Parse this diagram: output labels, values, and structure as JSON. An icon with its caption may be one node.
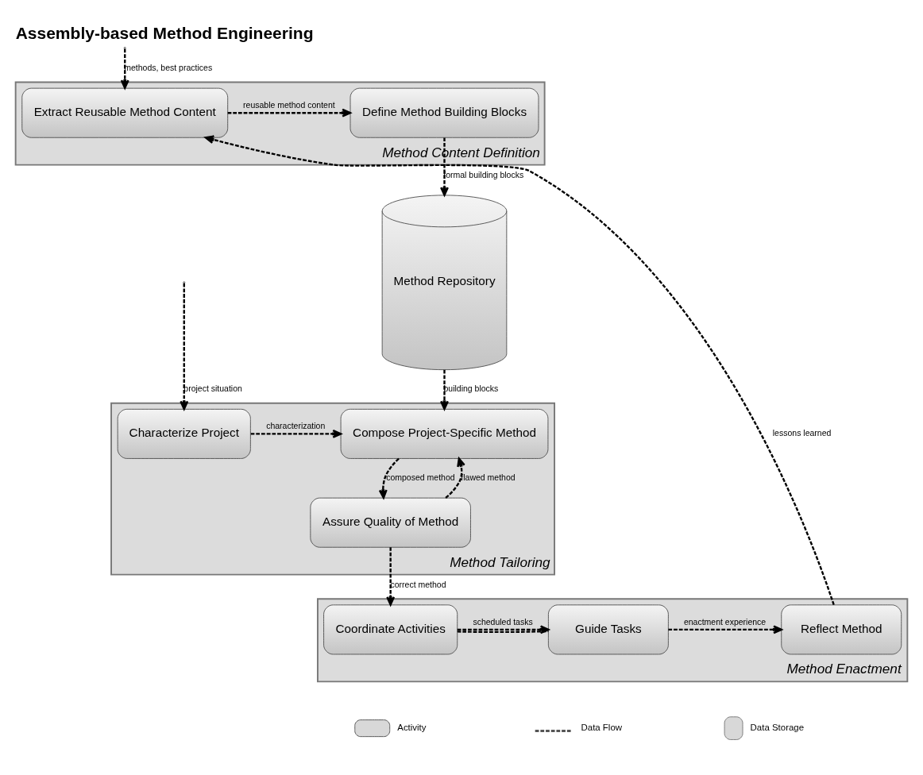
{
  "diagram": {
    "title": "Assembly-based Method Engineering",
    "nodes": [
      {
        "text": [
          "Method Content Definition"
        ]
      },
      {
        "text": [
          "Extract Reusable Method Content"
        ],
        "in": 0
      },
      {
        "text": [
          "Define Method Building Blocks"
        ],
        "in": 0
      },
      {
        "text": [
          "Method Repository"
        ]
      },
      {
        "text": [
          "Method Tailoring"
        ]
      },
      {
        "text": [
          "Characterize Project"
        ],
        "in": 4
      },
      {
        "text": [
          "Compose Project-Specific Method"
        ],
        "in": 4
      },
      {
        "text": [
          "Assure Quality of Method"
        ],
        "in": 4
      },
      {
        "text": [
          "Method Enactment"
        ]
      },
      {
        "text": [
          "Coordinate Activities"
        ],
        "in": 8
      },
      {
        "text": [
          "Guide Tasks"
        ],
        "in": 8
      },
      {
        "text": [
          "Reflect Method"
        ],
        "in": 8
      }
    ],
    "edges": [
      {
        "from": null,
        "to": 1,
        "arrow": "to",
        "label": "methods, best practices",
        "style": "dashed"
      },
      {
        "from": 11,
        "to": 1,
        "arrow": "to",
        "label": "lessons learned",
        "style": "dashed"
      },
      {
        "from": 1,
        "to": 2,
        "arrow": "to",
        "label": "reusable method content",
        "style": "dashed"
      },
      {
        "from": 2,
        "to": 3,
        "arrow": "to",
        "label": "formal building blocks",
        "style": "dashed"
      },
      {
        "from": null,
        "to": 5,
        "arrow": "to",
        "label": "project situation",
        "style": "dashed"
      },
      {
        "from": 5,
        "to": 6,
        "arrow": "to",
        "label": "characterization",
        "style": "dashed"
      },
      {
        "from": 3,
        "to": 6,
        "arrow": "to",
        "label": "building blocks",
        "style": "dashed"
      },
      {
        "from": 6,
        "to": 7,
        "arrow": "to",
        "label": "composed method",
        "style": "dashed"
      },
      {
        "from": 7,
        "to": 6,
        "arrow": "to",
        "label": "flawed method",
        "style": "dashed"
      },
      {
        "from": 7,
        "to": 9,
        "arrow": "to",
        "label": "correct method",
        "style": "dashed"
      },
      {
        "from": 9,
        "to": 10,
        "arrow": "to",
        "label": "scheduled tasks",
        "style": "dashed"
      },
      {
        "from": 9,
        "to": 10,
        "arrow": "none",
        "style": "dashed"
      },
      {
        "from": 10,
        "to": 11,
        "arrow": "to",
        "label": "enactment experience",
        "style": "dashed"
      }
    ],
    "legend": [
      {
        "text": "Activity"
      },
      {
        "text": "Data Flow"
      },
      {
        "text": "Data Storage"
      }
    ]
  }
}
